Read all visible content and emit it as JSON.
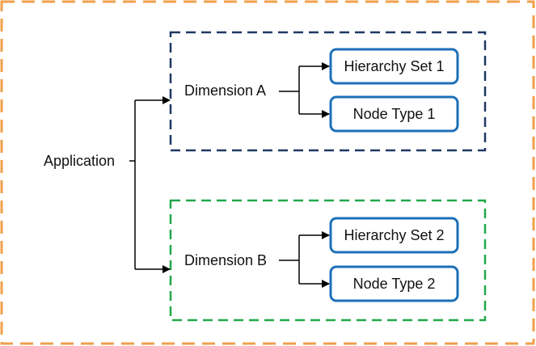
{
  "colors": {
    "outer_border": "#f0a04b",
    "group_a_border": "#1f3864",
    "group_b_border": "#21a84a",
    "node_border": "#1d6fb8",
    "connector": "#000000"
  },
  "application": {
    "label": "Application"
  },
  "dimensions": [
    {
      "label": "Dimension A",
      "children": [
        {
          "label": "Hierarchy Set 1"
        },
        {
          "label": "Node Type 1"
        }
      ]
    },
    {
      "label": "Dimension B",
      "children": [
        {
          "label": "Hierarchy Set 2"
        },
        {
          "label": "Node Type 2"
        }
      ]
    }
  ]
}
